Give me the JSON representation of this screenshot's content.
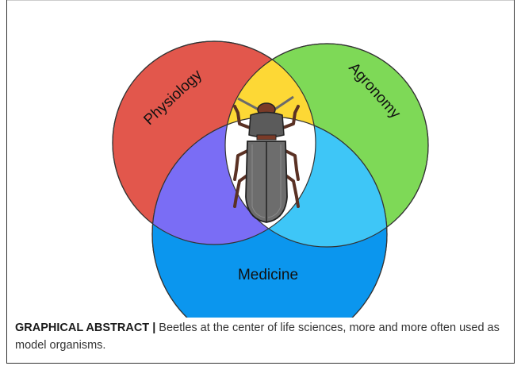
{
  "figure": {
    "circles": [
      {
        "id": "physiology",
        "label": "Physiology",
        "color": "#e2574c"
      },
      {
        "id": "agronomy",
        "label": "Agronomy",
        "color": "#7ed957"
      },
      {
        "id": "medicine",
        "label": "Medicine",
        "color": "#0b96ee"
      }
    ],
    "overlap_colors": {
      "physiology_agronomy": "#fdd835",
      "physiology_medicine": "#7a6df5",
      "agronomy_medicine": "#3ec6f7",
      "center": "#ffffff"
    },
    "center_icon": "beetle-icon"
  },
  "caption": {
    "label": "GRAPHICAL ABSTRACT |",
    "text": " Beetles at the center of life sciences, more and more often used as model organisms."
  }
}
